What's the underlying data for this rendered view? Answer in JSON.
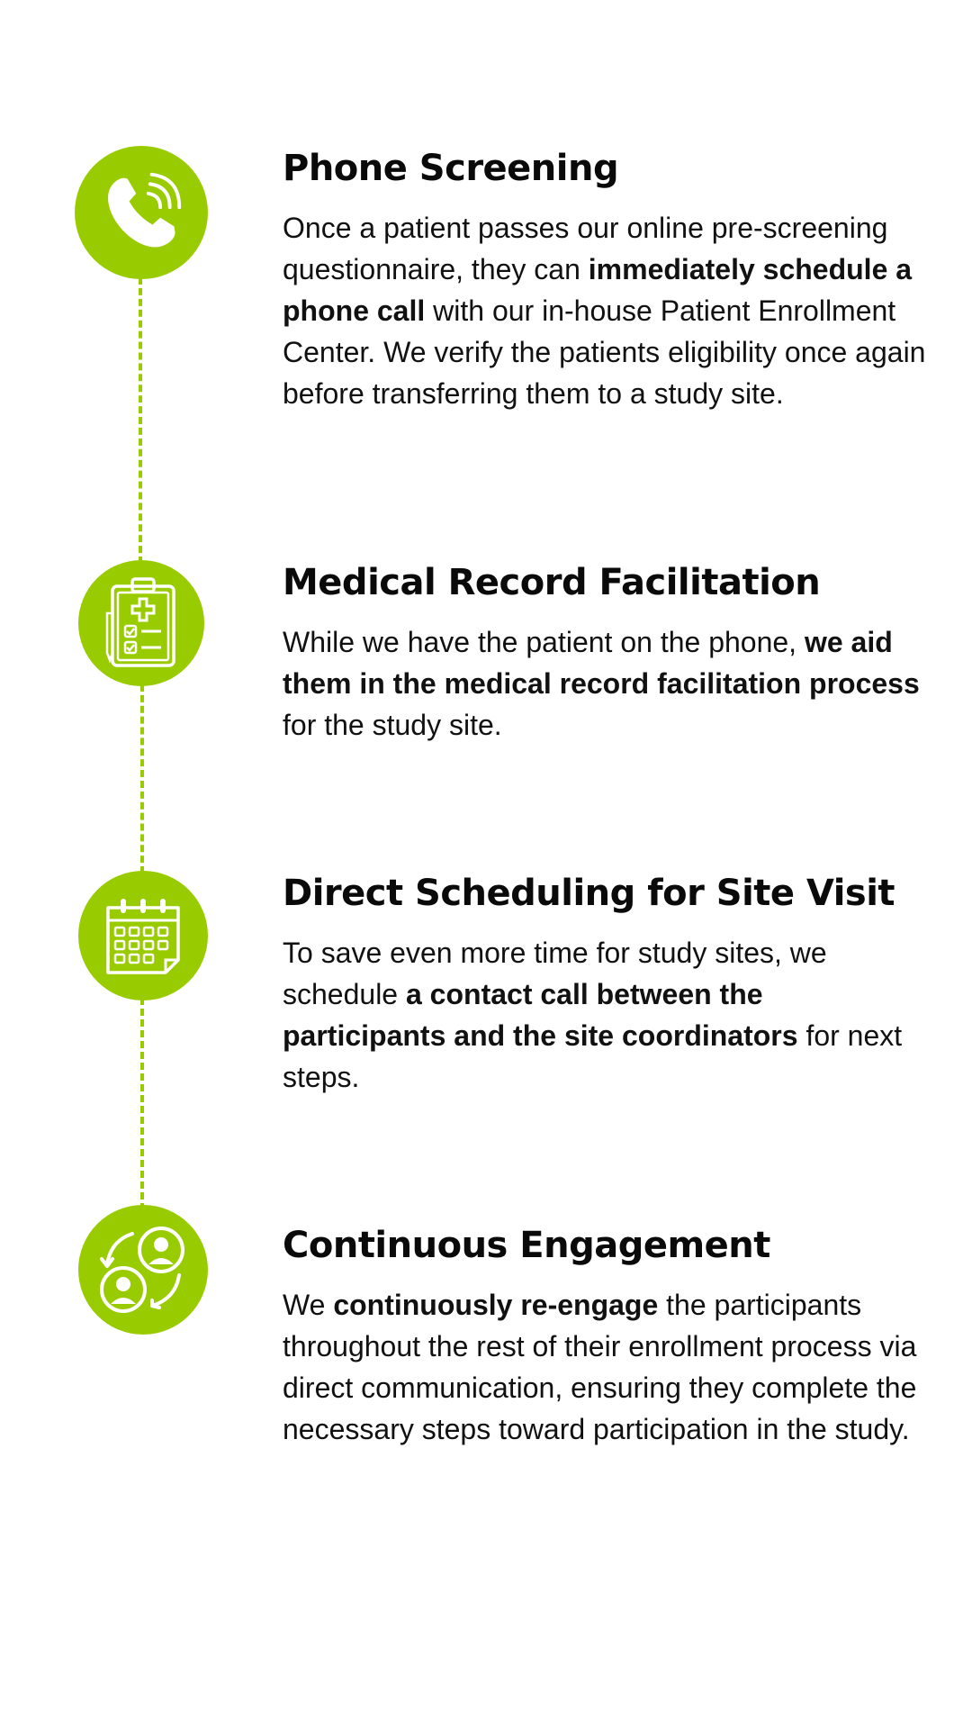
{
  "colors": {
    "accent": "#99cc00",
    "text": "#111111",
    "background": "#ffffff"
  },
  "steps": [
    {
      "icon": "phone-icon",
      "title": "Phone Screening",
      "body": [
        {
          "text": "Once a patient passes our online pre-screening questionnaire, they can ",
          "bold": false
        },
        {
          "text": "immediately schedule a phone call",
          "bold": true
        },
        {
          "text": " with our in-house Patient Enrollment Center. We verify the patients eligibility once again before transferring them to a study site.",
          "bold": false
        }
      ]
    },
    {
      "icon": "clipboard-medical-icon",
      "title": "Medical Record Facilitation",
      "body": [
        {
          "text": "While we have the patient on the phone, ",
          "bold": false
        },
        {
          "text": "we aid them in the medical record facilitation process",
          "bold": true
        },
        {
          "text": " for the study site.",
          "bold": false
        }
      ]
    },
    {
      "icon": "calendar-icon",
      "title": "Direct Scheduling for Site Visit",
      "body": [
        {
          "text": "To save even more time for study sites, we schedule ",
          "bold": false
        },
        {
          "text": "a contact call between the participants and the site coordinators",
          "bold": true
        },
        {
          "text": " for next steps.",
          "bold": false
        }
      ]
    },
    {
      "icon": "users-exchange-icon",
      "title": "Continuous Engagement",
      "body": [
        {
          "text": "We ",
          "bold": false
        },
        {
          "text": "continuously re-engage",
          "bold": true
        },
        {
          "text": " the participants throughout the rest of their enrollment process via direct communication, ensuring they complete the necessary steps toward participation in the study.",
          "bold": false
        }
      ]
    }
  ]
}
